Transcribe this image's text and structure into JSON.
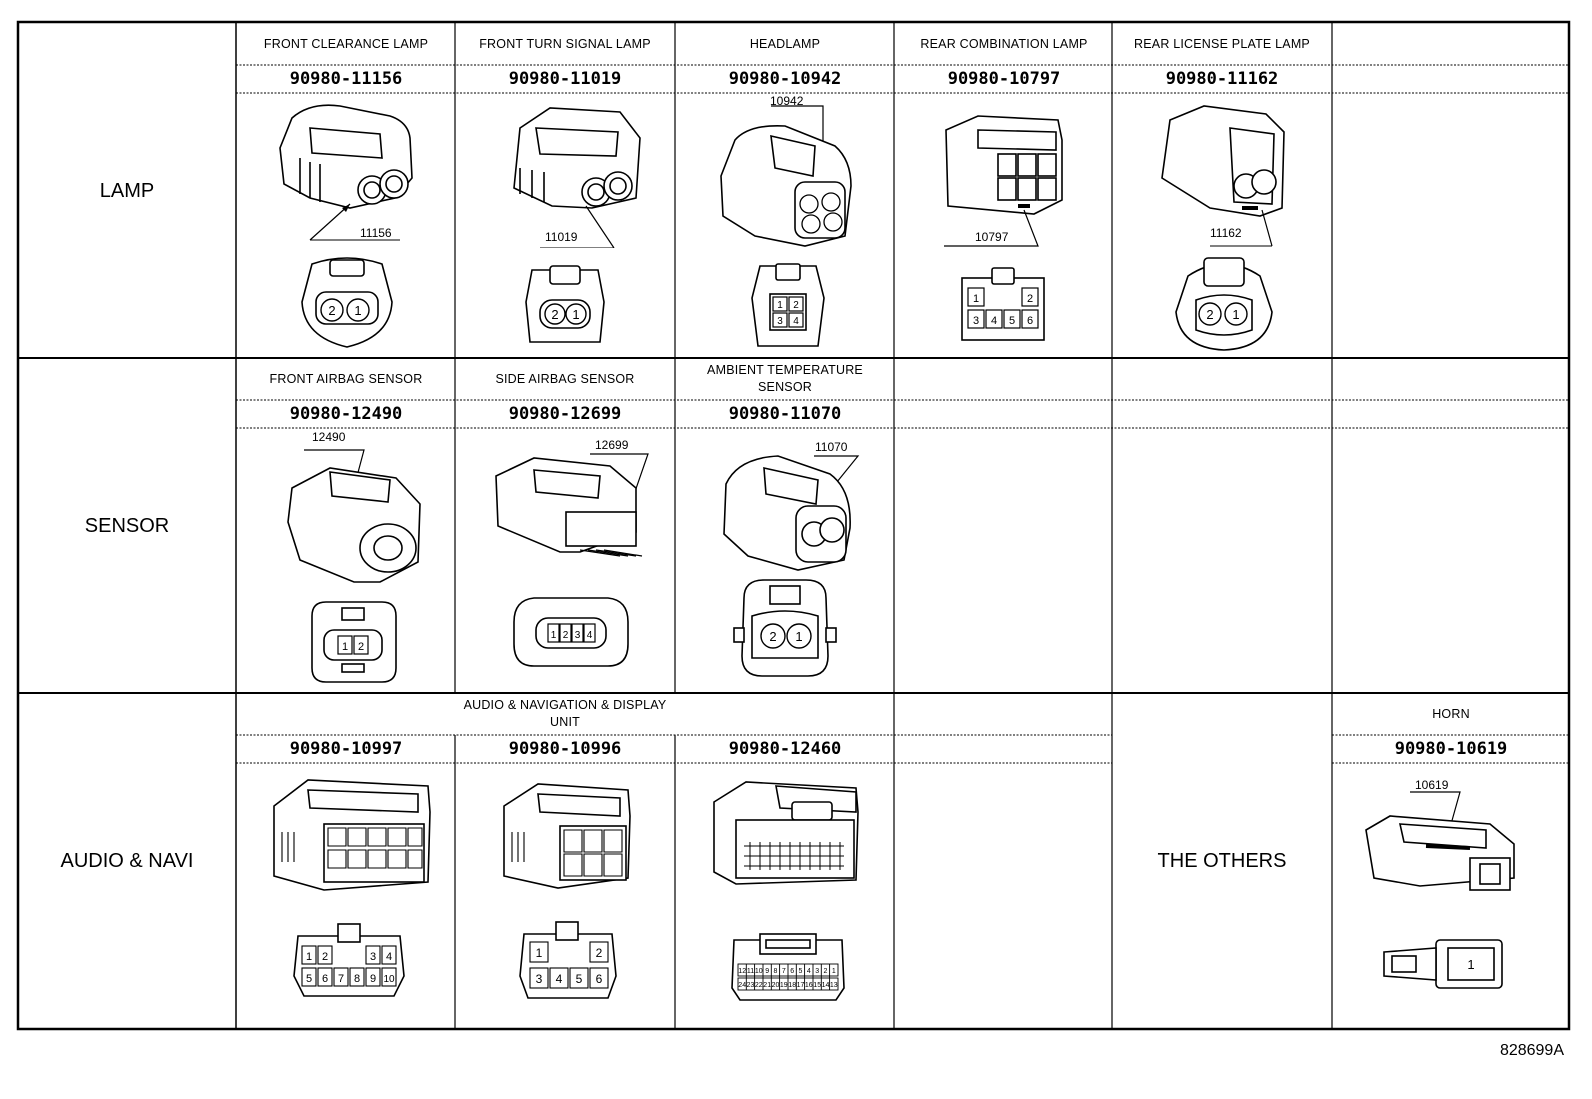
{
  "categories": {
    "lamp": "LAMP",
    "sensor": "SENSOR",
    "audio": "AUDIO & NAVI",
    "others": "THE OTHERS"
  },
  "lamp": [
    {
      "label": "FRONT CLEARANCE LAMP",
      "part": "90980-11156",
      "ref": "11156",
      "pins": [
        "2",
        "1"
      ]
    },
    {
      "label": "FRONT TURN SIGNAL LAMP",
      "part": "90980-11019",
      "ref": "11019",
      "pins": [
        "2",
        "1"
      ]
    },
    {
      "label": "HEADLAMP",
      "part": "90980-10942",
      "ref": "10942",
      "pins": [
        "1",
        "2",
        "3",
        "4"
      ]
    },
    {
      "label": "REAR COMBINATION LAMP",
      "part": "90980-10797",
      "ref": "10797",
      "pins": [
        "1",
        "2",
        "3",
        "4",
        "5",
        "6"
      ]
    },
    {
      "label": "REAR LICENSE PLATE LAMP",
      "part": "90980-11162",
      "ref": "11162",
      "pins": [
        "2",
        "1"
      ]
    }
  ],
  "sensor": [
    {
      "label": "FRONT AIRBAG SENSOR",
      "part": "90980-12490",
      "ref": "12490",
      "pins": [
        "1",
        "2"
      ]
    },
    {
      "label": "SIDE AIRBAG SENSOR",
      "part": "90980-12699",
      "ref": "12699",
      "pins": [
        "1",
        "2",
        "3",
        "4"
      ]
    },
    {
      "label_line1": "AMBIENT TEMPERATURE",
      "label_line2": "SENSOR",
      "part": "90980-11070",
      "ref": "11070",
      "pins": [
        "2",
        "1"
      ]
    }
  ],
  "audio": {
    "label_line1": "AUDIO & NAVIGATION & DISPLAY",
    "label_line2": "UNIT",
    "parts": [
      "90980-10997",
      "90980-10996",
      "90980-12460"
    ],
    "pins_10997": [
      "1",
      "2",
      "3",
      "4",
      "5",
      "6",
      "7",
      "8",
      "9",
      "10"
    ],
    "pins_10996": [
      "1",
      "2",
      "3",
      "4",
      "5",
      "6"
    ],
    "pins_12460_top": [
      "12",
      "11",
      "10",
      "9",
      "8",
      "7",
      "6",
      "5",
      "4",
      "3",
      "2",
      "1"
    ],
    "pins_12460_bot": [
      "24",
      "23",
      "22",
      "21",
      "20",
      "19",
      "18",
      "17",
      "16",
      "15",
      "14",
      "13"
    ]
  },
  "horn": {
    "label": "HORN",
    "part": "90980-10619",
    "ref": "10619",
    "pins": [
      "1"
    ]
  },
  "figure_id": "828699A"
}
